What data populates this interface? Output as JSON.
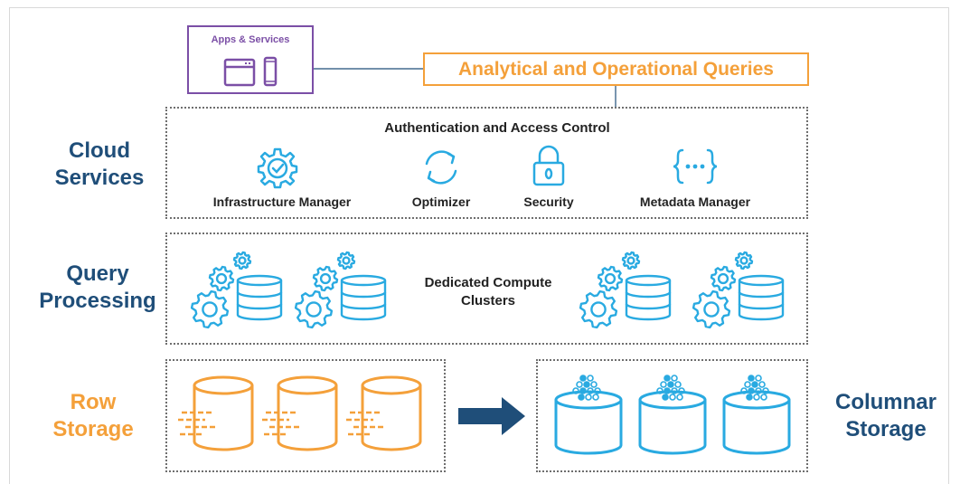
{
  "apps_box": {
    "title": "Apps & Services"
  },
  "queries_box": {
    "title": "Analytical and Operational Queries"
  },
  "layers": {
    "cloud": {
      "line1": "Cloud",
      "line2": "Services"
    },
    "query": {
      "line1": "Query",
      "line2": "Processing"
    },
    "row": {
      "line1": "Row",
      "line2": "Storage"
    },
    "columnar": {
      "line1": "Columnar",
      "line2": "Storage"
    }
  },
  "cloud_services": {
    "header": "Authentication and Access Control",
    "items": [
      {
        "label": "Infrastructure Manager",
        "icon": "gear-check-icon"
      },
      {
        "label": "Optimizer",
        "icon": "refresh-cycle-icon"
      },
      {
        "label": "Security",
        "icon": "padlock-icon"
      },
      {
        "label": "Metadata Manager",
        "icon": "curly-braces-icon"
      }
    ]
  },
  "query_processing": {
    "line1": "Dedicated Compute",
    "line2": "Clusters"
  },
  "colors": {
    "blue": "#29aae1",
    "navy": "#1f4e79",
    "orange": "#f4a03a",
    "purple": "#7b4fa6"
  }
}
